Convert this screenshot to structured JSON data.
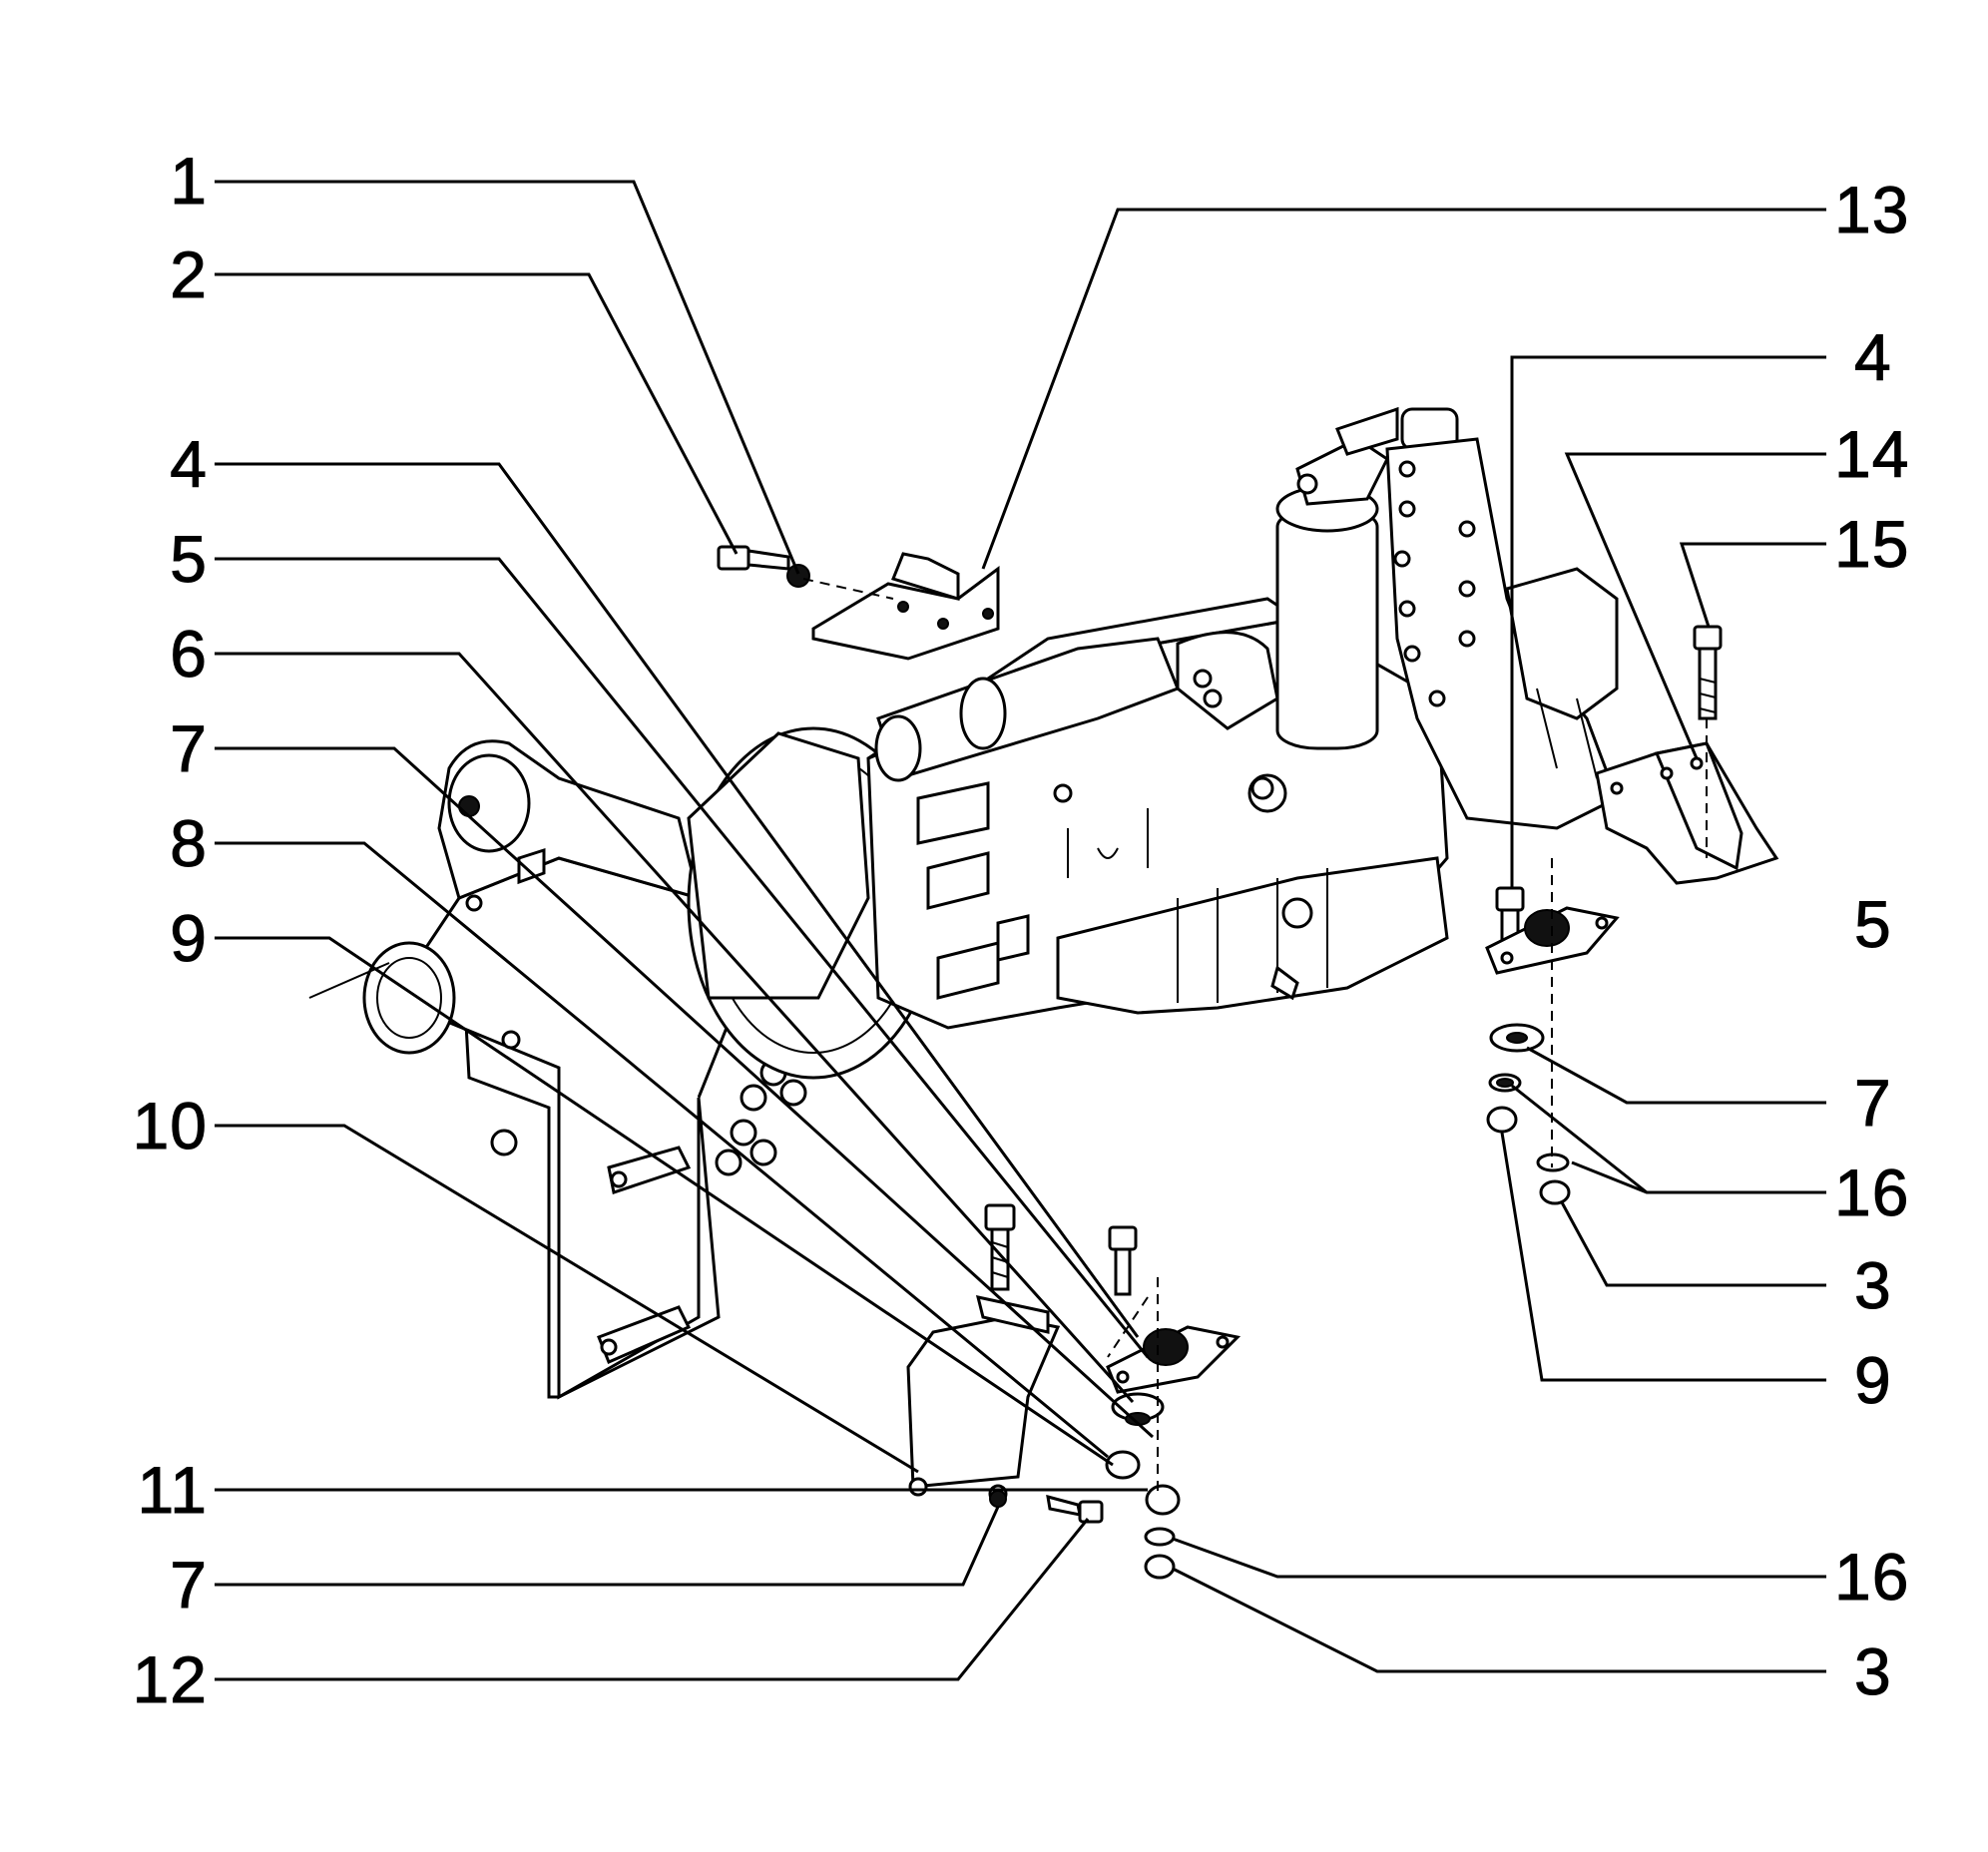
{
  "callouts": {
    "l1": "1",
    "l2": "2",
    "l4": "4",
    "l5": "5",
    "l6": "6",
    "l7": "7",
    "l8": "8",
    "l9": "9",
    "l10": "10",
    "l11": "11",
    "l7b": "7",
    "l12": "12",
    "r13": "13",
    "r4": "4",
    "r14": "14",
    "r15": "15",
    "r5": "5",
    "r7": "7",
    "r16": "16",
    "r3": "3",
    "r9": "9",
    "r16b": "16",
    "r3b": "3"
  }
}
